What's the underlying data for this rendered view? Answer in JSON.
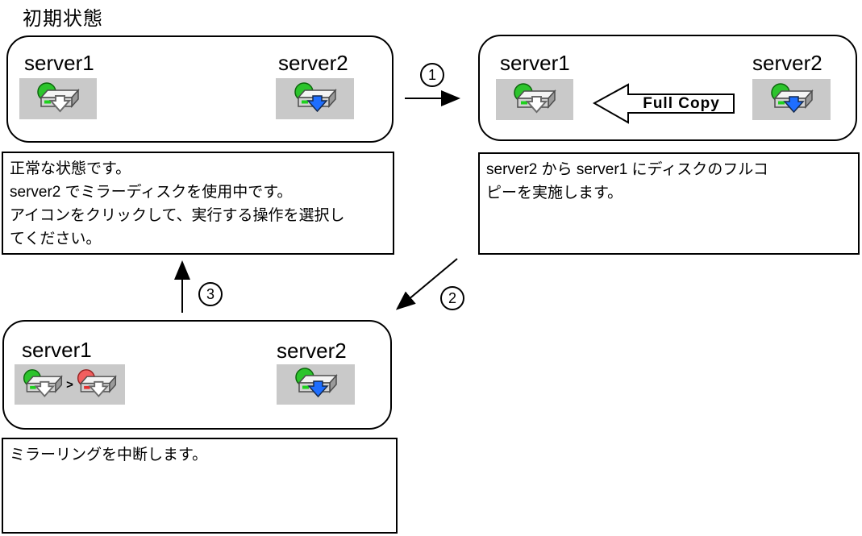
{
  "title": "初期状態",
  "steps": {
    "s1": "1",
    "s2": "2",
    "s3": "3"
  },
  "panels": {
    "normal": {
      "server1": "server1",
      "server2": "server2",
      "server1_icon": "mirror-disk-green-standby-icon",
      "server2_icon": "mirror-disk-green-active-icon"
    },
    "full_copy": {
      "server1": "server1",
      "server2": "server2",
      "arrow_label": "Full Copy",
      "server1_icon": "mirror-disk-green-standby-icon",
      "server2_icon": "mirror-disk-green-active-icon"
    },
    "suspended": {
      "server1": "server1",
      "server2": "server2",
      "separator": ">",
      "server1_icon_left": "mirror-disk-green-standby-icon",
      "server1_icon_right": "mirror-disk-red-error-icon",
      "server2_icon": "mirror-disk-green-active-icon"
    }
  },
  "descriptions": {
    "normal": {
      "lines": [
        "正常な状態です。",
        "server2 でミラーディスクを使用中です。",
        "アイコンをクリックして、実行する操作を選択し",
        "てください。"
      ]
    },
    "full_copy": {
      "lines": [
        "server2 から server1 にディスクのフルコ",
        "ピーを実施します。"
      ]
    },
    "suspended": {
      "lines": [
        "ミラーリングを中断します。"
      ]
    }
  },
  "colors": {
    "line": "#000000",
    "panel_bg": "#c9c9c9",
    "sphere_green": "#2cc42c",
    "sphere_red": "#f15f5f",
    "arrow_blue": "#1e6eff",
    "arrow_white": "#ffffff"
  }
}
